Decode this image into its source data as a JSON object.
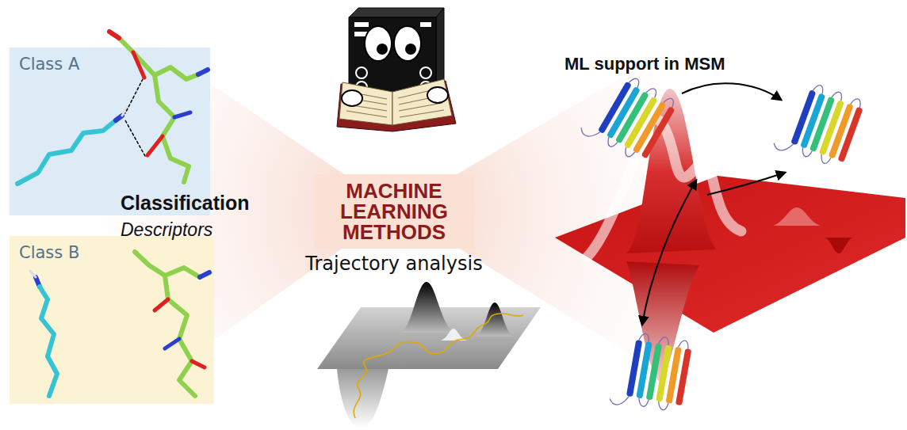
{
  "diagram": {
    "nodes": [
      {
        "text": [
          "Class A"
        ]
      },
      {
        "text": [
          "Class B"
        ]
      },
      {
        "text": [
          "MACHINE LEARNING METHODS"
        ]
      }
    ],
    "labels": [
      "Classification",
      "Descriptors",
      "Trajectory analysis",
      "ML support in MSM"
    ]
  }
}
